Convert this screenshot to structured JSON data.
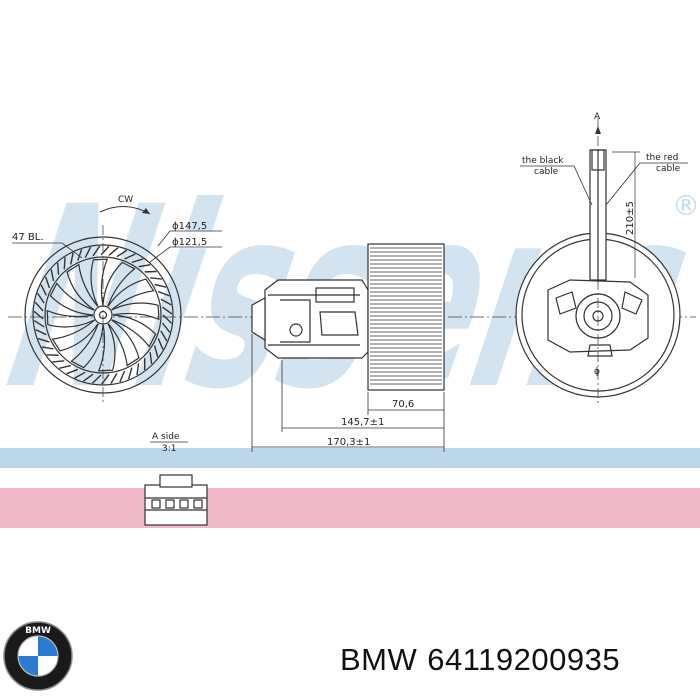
{
  "watermark": {
    "text": "Nissens",
    "reg": "®"
  },
  "labels": {
    "cw": "CW",
    "blades": "47 BL.",
    "d_outer": "ϕ147,5",
    "d_inner": "ϕ121,5",
    "a_top": "A",
    "black_cable_1": "the black",
    "black_cable_2": "cable",
    "red_cable_1": "the red",
    "red_cable_2": "cable",
    "cable_len": "210±5",
    "phi": "ϕ",
    "dim_706": "70,6",
    "dim_1457": "145,7±1",
    "dim_1703": "170,3±1",
    "a_side": "A side",
    "scale": "3:1"
  },
  "caption": {
    "brand": "BMW",
    "part_number": "64119200935"
  },
  "logo": {
    "letters": "BMW",
    "colors": {
      "blue": "#2b7bd1",
      "white": "#ffffff",
      "ring": "#1a1a1a"
    }
  },
  "colors": {
    "blue_band": "#bcd7ea",
    "pink_band": "#f0b9c9",
    "line": "#333333"
  }
}
